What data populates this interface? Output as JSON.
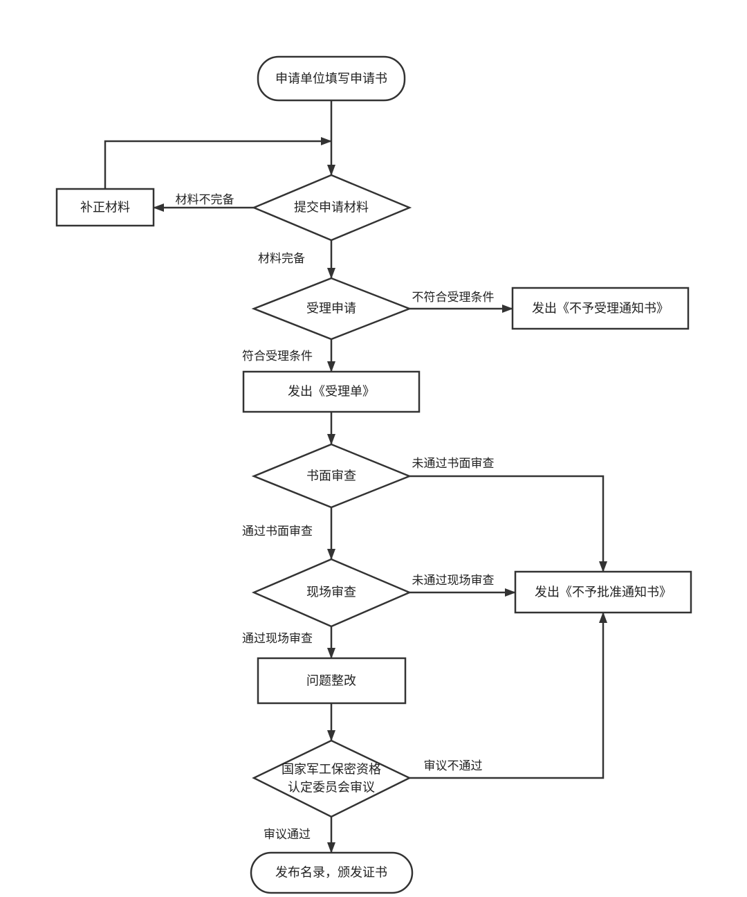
{
  "nodes": {
    "start": "申请单位填写申请书",
    "submit": "提交申请材料",
    "supplement": "补正材料",
    "accept": "受理申请",
    "reject_accept": "发出《不予受理通知书》",
    "accept_slip": "发出《受理单》",
    "paper_review": "书面审查",
    "site_review": "现场审查",
    "reject_approval": "发出《不予批准通知书》",
    "rectify": "问题整改",
    "committee_line1": "国家军工保密资格",
    "committee_line2": "认定委员会审议",
    "end": "发布名录，颁发证书"
  },
  "edges": {
    "incomplete": "材料不完备",
    "complete": "材料完备",
    "not_eligible": "不符合受理条件",
    "eligible": "符合受理条件",
    "paper_fail": "未通过书面审查",
    "paper_pass": "通过书面审查",
    "site_fail": "未通过现场审查",
    "site_pass": "通过现场审查",
    "review_fail": "审议不通过",
    "review_pass": "审议通过"
  },
  "colors": {
    "stroke": "#333333",
    "background": "#ffffff"
  }
}
